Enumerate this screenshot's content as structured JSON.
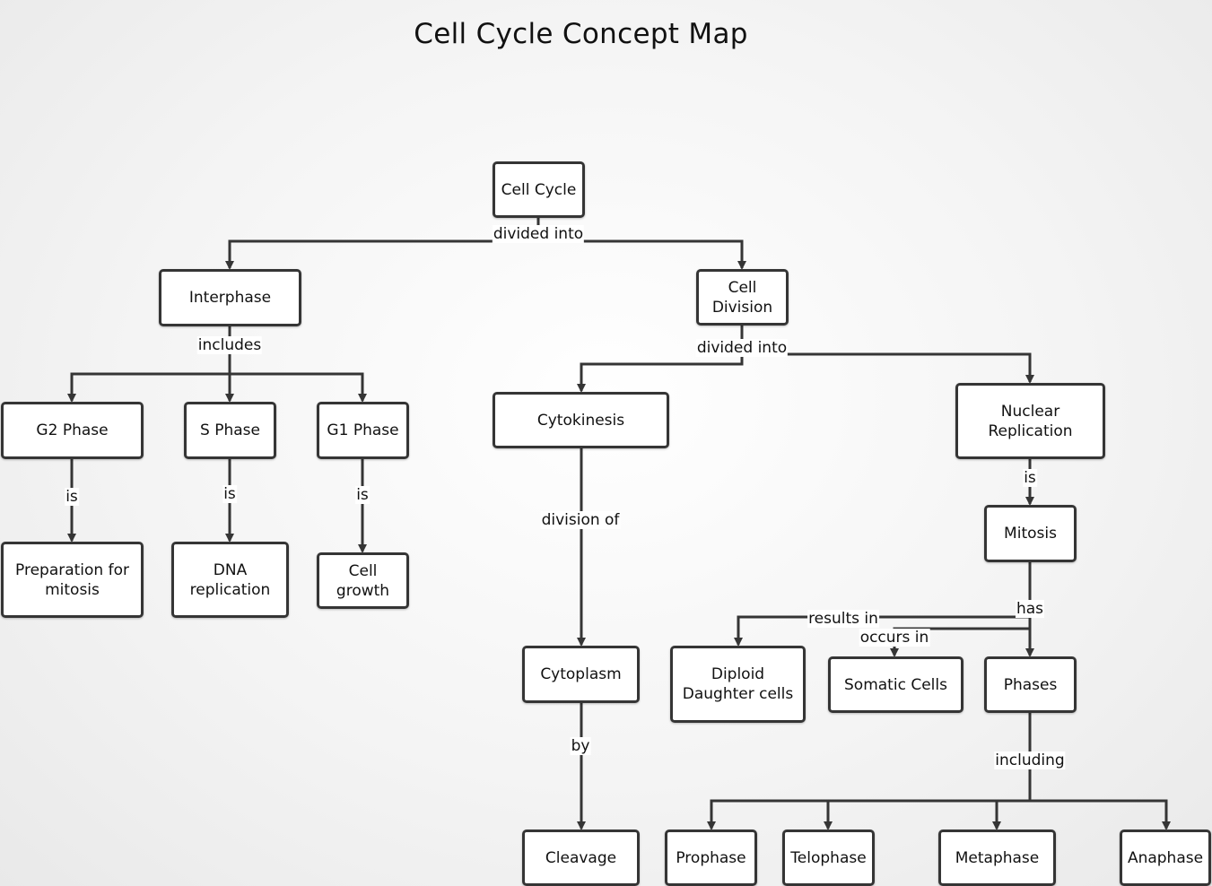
{
  "title": "Cell Cycle Concept Map",
  "colors": {
    "line": "#353535",
    "node_fill": "#ffffff",
    "background": "#f2f2f2"
  },
  "nodes": {
    "cell_cycle": "Cell Cycle",
    "interphase": "Interphase",
    "cell_division": "Cell\nDivision",
    "g2_phase": "G2 Phase",
    "s_phase": "S Phase",
    "g1_phase": "G1 Phase",
    "prep_mitosis": "Preparation for\nmitosis",
    "dna_replication": "DNA\nreplication",
    "cell_growth": "Cell\ngrowth",
    "cytokinesis": "Cytokinesis",
    "nuclear_replication": "Nuclear\nReplication",
    "mitosis": "Mitosis",
    "cytoplasm": "Cytoplasm",
    "cleavage": "Cleavage",
    "diploid": "Diploid\nDaughter cells",
    "somatic": "Somatic Cells",
    "phases": "Phases",
    "prophase": "Prophase",
    "telophase": "Telophase",
    "metaphase": "Metaphase",
    "anaphase": "Anaphase"
  },
  "links": {
    "divided_into_1": "divided into",
    "includes": "includes",
    "is_g2": "is",
    "is_s": "is",
    "is_g1": "is",
    "divided_into_2": "divided into",
    "division_of": "division of",
    "by": "by",
    "is_nuclear": "is",
    "has": "has",
    "results_in": "results in",
    "occurs_in": "occurs in",
    "including": "including"
  }
}
